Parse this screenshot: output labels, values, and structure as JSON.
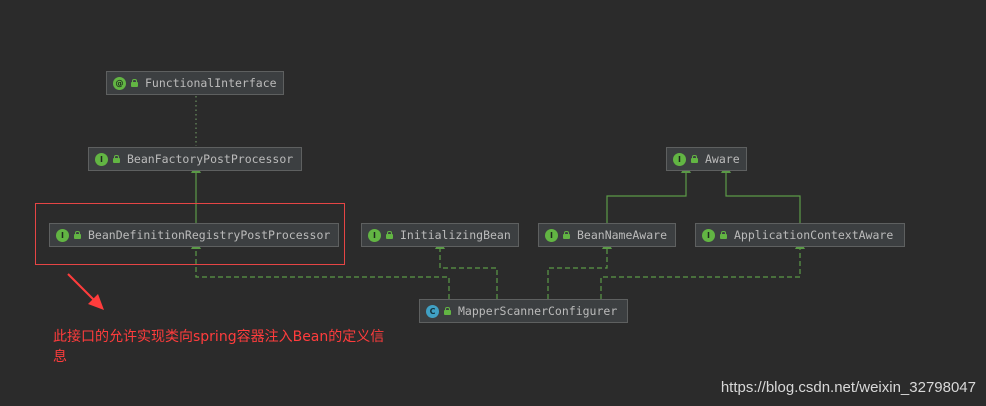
{
  "colors": {
    "background": "#2b2b2b",
    "node_fill": "#3c3f41",
    "extends_edge": "#5b9a47",
    "implements_edge": "#5b9a47",
    "annotation_edge": "#6a8f5e",
    "highlight": "#e64545",
    "note_text": "#ff3c3c"
  },
  "nodes": {
    "functional_interface": {
      "kind": "annotation",
      "icon": "@",
      "label": "FunctionalInterface"
    },
    "bean_factory_post_processor": {
      "kind": "interface",
      "icon": "I",
      "label": "BeanFactoryPostProcessor"
    },
    "bean_definition_registry_post_processor": {
      "kind": "interface",
      "icon": "I",
      "label": "BeanDefinitionRegistryPostProcessor"
    },
    "initializing_bean": {
      "kind": "interface",
      "icon": "I",
      "label": "InitializingBean"
    },
    "aware": {
      "kind": "interface",
      "icon": "I",
      "label": "Aware"
    },
    "bean_name_aware": {
      "kind": "interface",
      "icon": "I",
      "label": "BeanNameAware"
    },
    "application_context_aware": {
      "kind": "interface",
      "icon": "I",
      "label": "ApplicationContextAware"
    },
    "mapper_scanner_configurer": {
      "kind": "class",
      "icon": "C",
      "label": "MapperScannerConfigurer"
    }
  },
  "edges": [
    {
      "from": "bean_factory_post_processor",
      "to": "functional_interface",
      "type": "annotated-by"
    },
    {
      "from": "bean_definition_registry_post_processor",
      "to": "bean_factory_post_processor",
      "type": "extends"
    },
    {
      "from": "bean_name_aware",
      "to": "aware",
      "type": "extends"
    },
    {
      "from": "application_context_aware",
      "to": "aware",
      "type": "extends"
    },
    {
      "from": "mapper_scanner_configurer",
      "to": "bean_definition_registry_post_processor",
      "type": "implements"
    },
    {
      "from": "mapper_scanner_configurer",
      "to": "initializing_bean",
      "type": "implements"
    },
    {
      "from": "mapper_scanner_configurer",
      "to": "bean_name_aware",
      "type": "implements"
    },
    {
      "from": "mapper_scanner_configurer",
      "to": "application_context_aware",
      "type": "implements"
    }
  ],
  "annotation": {
    "text": "此接口的允许实现类向spring容器注入Bean的定义信息",
    "highlighted_node": "bean_definition_registry_post_processor"
  },
  "watermark": "https://blog.csdn.net/weixin_32798047"
}
